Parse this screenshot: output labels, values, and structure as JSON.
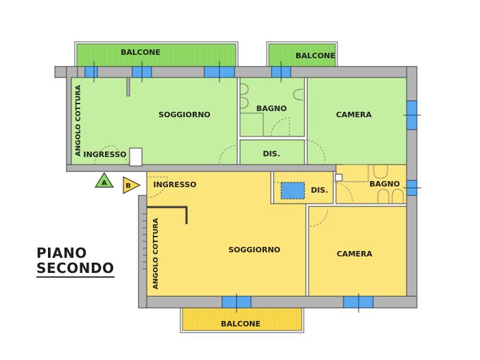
{
  "title": {
    "line1": "PIANO",
    "line2": "SECONDO"
  },
  "colors": {
    "green_unit": "#c4eea0",
    "green_balcony": "#8ed864",
    "yellow_unit": "#fce57a",
    "yellow_balcony": "#f8d84a",
    "wall": "#b4b4b4",
    "wall_outline": "#3a3a3a",
    "window": "#5aa8ee"
  },
  "unit_a": {
    "marker": "A",
    "rooms": {
      "balcone_1": "BALCONE",
      "balcone_2": "BALCONE",
      "angolo_cottura": "ANGOLO COTTURA",
      "soggiorno": "SOGGIORNO",
      "ingresso": "INGRESSO",
      "bagno": "BAGNO",
      "dis": "DIS.",
      "camera": "CAMERA"
    }
  },
  "unit_b": {
    "marker": "B",
    "rooms": {
      "ingresso": "INGRESSO",
      "dis": "DIS.",
      "bagno": "BAGNO",
      "angolo_cottura": "ANGOLO COTTURA",
      "soggiorno": "SOGGIORNO",
      "camera": "CAMERA",
      "balcone": "BALCONE"
    }
  }
}
